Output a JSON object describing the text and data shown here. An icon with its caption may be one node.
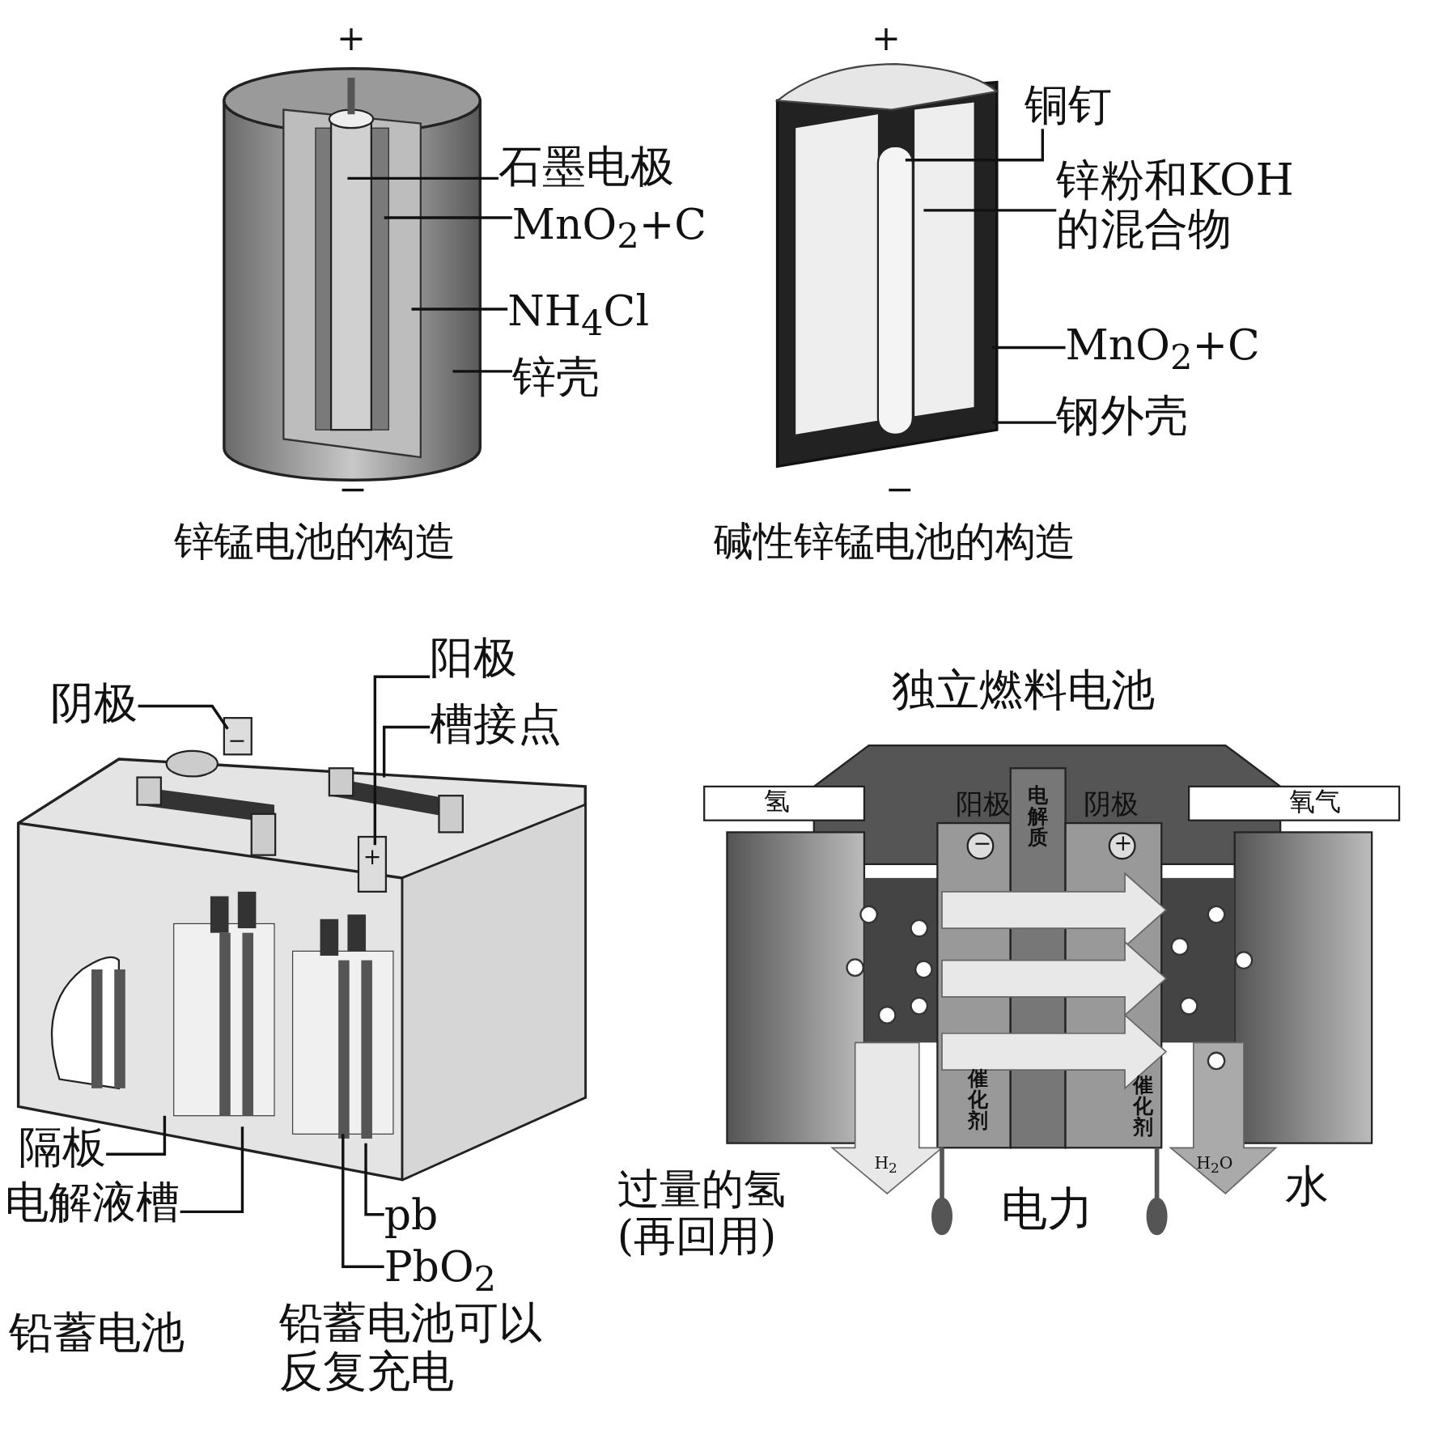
{
  "diagram": {
    "nodes": [
      {
        "text": [
          "石墨电极"
        ]
      },
      {
        "text": [
          "MnO$_{2}$+C"
        ]
      },
      {
        "text": [
          "NH$_{4}$Cl"
        ]
      },
      {
        "text": [
          "锌壳"
        ]
      },
      {
        "text": [
          "铜钉"
        ]
      },
      {
        "text": [
          "锌粉和KOH的混合物"
        ]
      },
      {
        "text": [
          "MnO$_{2}$+C"
        ]
      },
      {
        "text": [
          "钢外壳"
        ]
      },
      {
        "text": [
          "阴极"
        ]
      },
      {
        "text": [
          "阳极"
        ]
      },
      {
        "text": [
          "槽接点"
        ]
      },
      {
        "text": [
          "隔板"
        ]
      },
      {
        "text": [
          "电解液槽"
        ]
      },
      {
        "text": [
          "pb"
        ]
      },
      {
        "text": [
          "PbO$_{2}$"
        ]
      },
      {
        "text": [
          "−"
        ]
      },
      {
        "text": [
          "+"
        ]
      }
    ],
    "edges": [
      {
        "from": 0,
        "to": null,
        "arrow": "none"
      },
      {
        "from": 1,
        "to": null,
        "arrow": "none"
      },
      {
        "from": 2,
        "to": null,
        "arrow": "none"
      },
      {
        "from": 3,
        "to": null,
        "arrow": "none"
      },
      {
        "from": 4,
        "to": null,
        "arrow": "none"
      },
      {
        "from": 5,
        "to": null,
        "arrow": "none"
      },
      {
        "from": 6,
        "to": null,
        "arrow": "none"
      },
      {
        "from": 7,
        "to": null,
        "arrow": "none"
      },
      {
        "from": 8,
        "to": 15,
        "arrow": "none"
      },
      {
        "from": 9,
        "to": 16,
        "arrow": "none"
      },
      {
        "from": 10,
        "to": null,
        "arrow": "none"
      },
      {
        "from": 11,
        "to": null,
        "arrow": "none"
      },
      {
        "from": 12,
        "to": null,
        "arrow": "none"
      },
      {
        "from": 13,
        "to": null,
        "arrow": "none"
      },
      {
        "from": 14,
        "to": null,
        "arrow": "none"
      }
    ],
    "labels": [
      "+",
      "−",
      "锌锰电池的构造",
      "+",
      "−",
      "碱性锌锰电池的构造",
      "铅蓄电池",
      "铅蓄电池可以反复充电",
      "独立燃料电池",
      "氢",
      "阳极",
      "电解质",
      "阴极",
      "氧气",
      "−",
      "+",
      "催化剂",
      "催化剂",
      "H$_{2}$",
      "H$_{2}$O",
      "过量的氢 (再回用)",
      "电力",
      "水"
    ]
  }
}
